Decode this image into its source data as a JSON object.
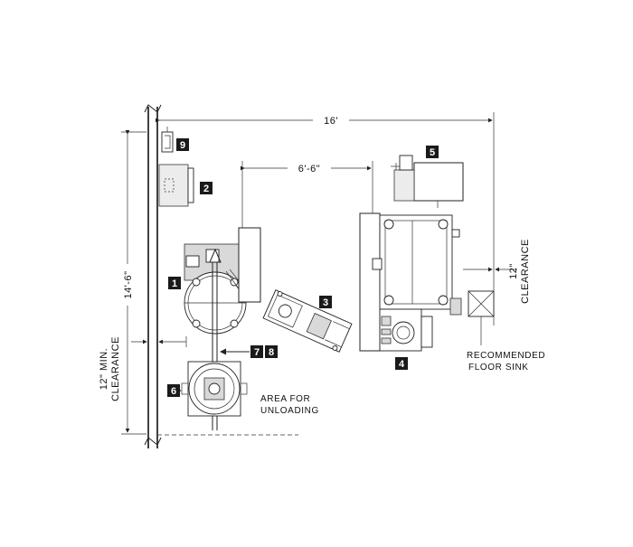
{
  "dimensions": {
    "width_overall": "16'",
    "spacing": "6'-6\"",
    "depth": "14'-6\"",
    "clearance_left_line1": "12\" MIN.",
    "clearance_left_line2": "CLEARANCE",
    "clearance_right_line1": "12\"",
    "clearance_right_line2": "CLEARANCE"
  },
  "callouts": {
    "n1": "1",
    "n2": "2",
    "n3": "3",
    "n4": "4",
    "n5": "5",
    "n6": "6",
    "n7": "7",
    "n8": "8",
    "n9": "9"
  },
  "notes": {
    "unloading_line1": "AREA FOR",
    "unloading_line2": "UNLOADING",
    "sink_line1": "RECOMMENDED",
    "sink_line2": "FLOOR SINK"
  }
}
